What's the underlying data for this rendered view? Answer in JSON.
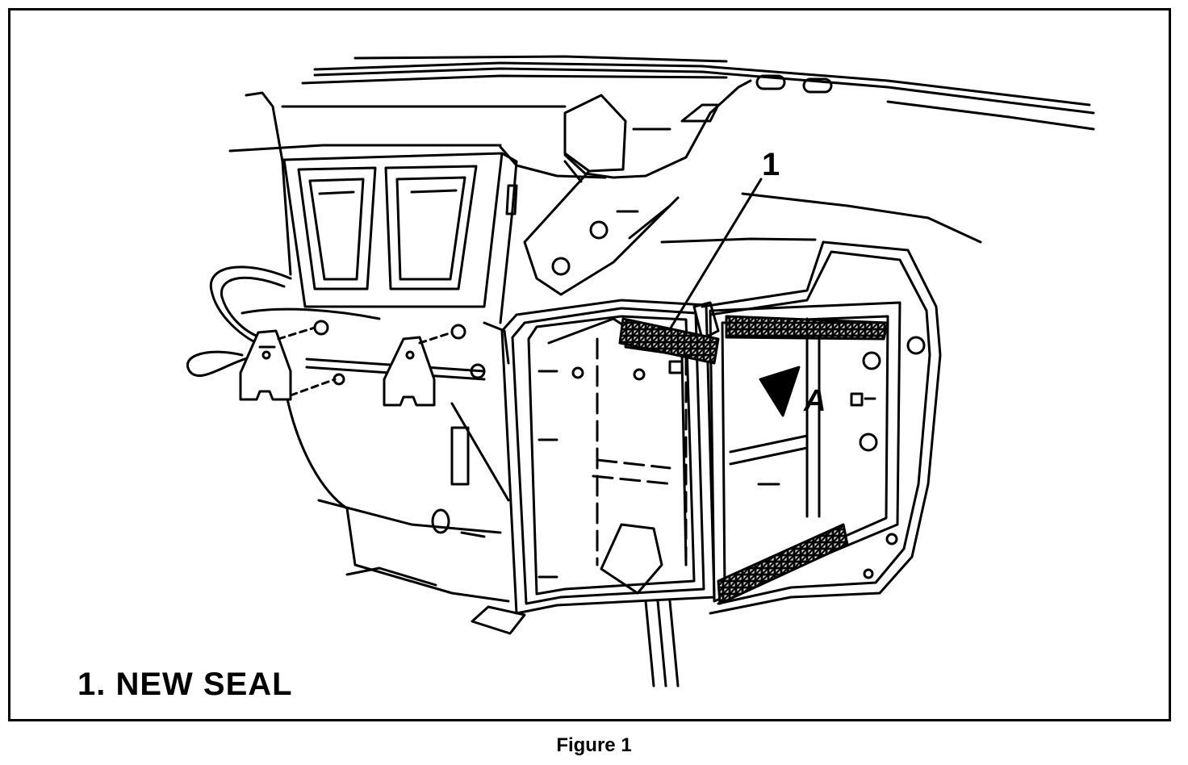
{
  "figure": {
    "caption": "Figure 1",
    "legend": "1. NEW SEAL",
    "callout_number": "1",
    "view_label": "A"
  },
  "colors": {
    "ink": "#000000",
    "paper": "#ffffff"
  }
}
